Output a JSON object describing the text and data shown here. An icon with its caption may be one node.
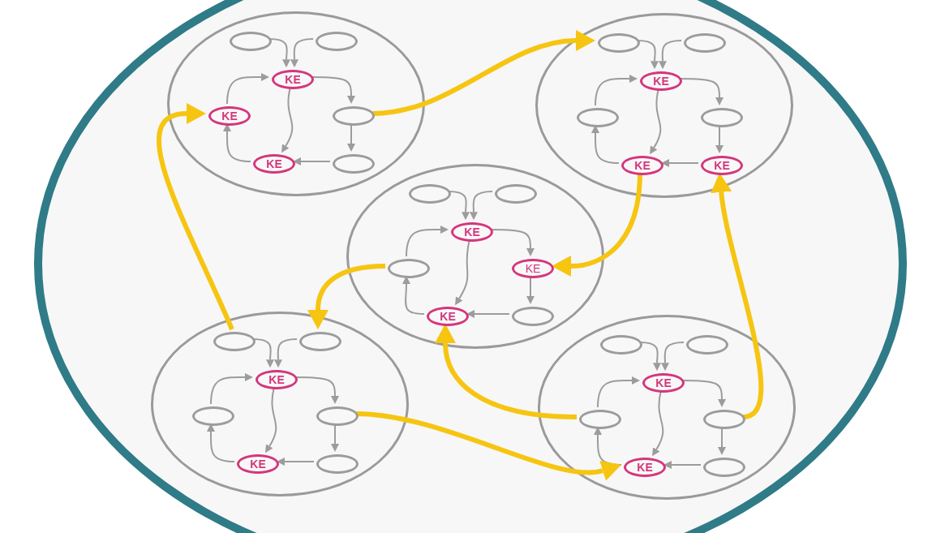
{
  "diagram": {
    "nodes": [
      {
        "text": [],
        "shape": "ellipse"
      },
      {
        "text": [],
        "shape": "ellipse",
        "in": 0
      },
      {
        "text": [],
        "shape": "ellipse",
        "in": 1
      },
      {
        "text": [],
        "shape": "ellipse",
        "in": 1
      },
      {
        "text": [
          "KE"
        ],
        "in": 1
      },
      {
        "text": [
          "KE"
        ],
        "in": 1
      },
      {
        "text": [],
        "shape": "ellipse",
        "in": 1
      },
      {
        "text": [
          "KE"
        ],
        "in": 1
      },
      {
        "text": [],
        "shape": "ellipse",
        "in": 1
      },
      {
        "text": [],
        "shape": "ellipse",
        "in": 0
      },
      {
        "text": [],
        "shape": "ellipse",
        "in": 9
      },
      {
        "text": [],
        "shape": "ellipse",
        "in": 9
      },
      {
        "text": [
          "KE"
        ],
        "in": 9
      },
      {
        "text": [],
        "shape": "ellipse",
        "in": 9
      },
      {
        "text": [],
        "shape": "ellipse",
        "in": 9
      },
      {
        "text": [
          "KE"
        ],
        "in": 9
      },
      {
        "text": [
          "KE"
        ],
        "in": 9
      },
      {
        "text": [],
        "shape": "ellipse",
        "in": 0
      },
      {
        "text": [],
        "shape": "ellipse",
        "in": 17
      },
      {
        "text": [],
        "shape": "ellipse",
        "in": 17
      },
      {
        "text": [
          "KE"
        ],
        "in": 17
      },
      {
        "text": [],
        "shape": "ellipse",
        "in": 17
      },
      {
        "text": [
          "KE"
        ],
        "in": 17
      },
      {
        "text": [
          "KE"
        ],
        "in": 17
      },
      {
        "text": [],
        "shape": "ellipse",
        "in": 17
      },
      {
        "text": [],
        "shape": "ellipse",
        "in": 0
      },
      {
        "text": [],
        "shape": "ellipse",
        "in": 25
      },
      {
        "text": [],
        "shape": "ellipse",
        "in": 25
      },
      {
        "text": [
          "KE"
        ],
        "in": 25
      },
      {
        "text": [],
        "shape": "ellipse",
        "in": 25
      },
      {
        "text": [],
        "shape": "ellipse",
        "in": 25
      },
      {
        "text": [
          "KE"
        ],
        "in": 25
      },
      {
        "text": [],
        "shape": "ellipse",
        "in": 25
      },
      {
        "text": [],
        "shape": "ellipse",
        "in": 0
      },
      {
        "text": [],
        "shape": "ellipse",
        "in": 33
      },
      {
        "text": [],
        "shape": "ellipse",
        "in": 33
      },
      {
        "text": [
          "KE"
        ],
        "in": 33
      },
      {
        "text": [],
        "shape": "ellipse",
        "in": 33
      },
      {
        "text": [],
        "shape": "ellipse",
        "in": 33
      },
      {
        "text": [
          "KE"
        ],
        "in": 33
      },
      {
        "text": [],
        "shape": "ellipse",
        "in": 33
      }
    ],
    "edges": [
      {
        "from": 2,
        "to": 4,
        "arrow": "to"
      },
      {
        "from": 3,
        "to": 4,
        "arrow": "to"
      },
      {
        "from": 4,
        "to": 6,
        "arrow": "to"
      },
      {
        "from": 5,
        "to": 4,
        "arrow": "to"
      },
      {
        "from": 4,
        "to": 7,
        "arrow": "to"
      },
      {
        "from": 6,
        "to": 8,
        "arrow": "to"
      },
      {
        "from": 8,
        "to": 7,
        "arrow": "to"
      },
      {
        "from": 7,
        "to": 5,
        "arrow": "to"
      },
      {
        "from": 10,
        "to": 12,
        "arrow": "to"
      },
      {
        "from": 11,
        "to": 12,
        "arrow": "to"
      },
      {
        "from": 12,
        "to": 14,
        "arrow": "to"
      },
      {
        "from": 13,
        "to": 12,
        "arrow": "to"
      },
      {
        "from": 12,
        "to": 15,
        "arrow": "to"
      },
      {
        "from": 14,
        "to": 16,
        "arrow": "to"
      },
      {
        "from": 16,
        "to": 15,
        "arrow": "to"
      },
      {
        "from": 15,
        "to": 13,
        "arrow": "to"
      },
      {
        "from": 18,
        "to": 20,
        "arrow": "to"
      },
      {
        "from": 19,
        "to": 20,
        "arrow": "to"
      },
      {
        "from": 20,
        "to": 22,
        "arrow": "to"
      },
      {
        "from": 21,
        "to": 20,
        "arrow": "to"
      },
      {
        "from": 20,
        "to": 23,
        "arrow": "to"
      },
      {
        "from": 22,
        "to": 24,
        "arrow": "to"
      },
      {
        "from": 24,
        "to": 23,
        "arrow": "to"
      },
      {
        "from": 23,
        "to": 21,
        "arrow": "to"
      },
      {
        "from": 26,
        "to": 28,
        "arrow": "to"
      },
      {
        "from": 27,
        "to": 28,
        "arrow": "to"
      },
      {
        "from": 28,
        "to": 30,
        "arrow": "to"
      },
      {
        "from": 29,
        "to": 28,
        "arrow": "to"
      },
      {
        "from": 28,
        "to": 31,
        "arrow": "to"
      },
      {
        "from": 30,
        "to": 32,
        "arrow": "to"
      },
      {
        "from": 32,
        "to": 31,
        "arrow": "to"
      },
      {
        "from": 31,
        "to": 29,
        "arrow": "to"
      },
      {
        "from": 34,
        "to": 36,
        "arrow": "to"
      },
      {
        "from": 35,
        "to": 36,
        "arrow": "to"
      },
      {
        "from": 36,
        "to": 38,
        "arrow": "to"
      },
      {
        "from": 37,
        "to": 36,
        "arrow": "to"
      },
      {
        "from": 36,
        "to": 39,
        "arrow": "to"
      },
      {
        "from": 38,
        "to": 40,
        "arrow": "to"
      },
      {
        "from": 40,
        "to": 39,
        "arrow": "to"
      },
      {
        "from": 39,
        "to": 37,
        "arrow": "to"
      },
      {
        "from": 6,
        "to": 10,
        "arrow": "to",
        "style": "thick",
        "color": "#f6c511"
      },
      {
        "from": 15,
        "to": 22,
        "arrow": "to",
        "style": "thick",
        "color": "#f6c511"
      },
      {
        "from": 21,
        "to": 27,
        "arrow": "to",
        "style": "thick",
        "color": "#f6c511"
      },
      {
        "from": 26,
        "to": 5,
        "arrow": "to",
        "style": "thick",
        "color": "#f6c511"
      },
      {
        "from": 30,
        "to": 39,
        "arrow": "to",
        "style": "thick",
        "color": "#f6c511"
      },
      {
        "from": 37,
        "to": 23,
        "arrow": "to",
        "style": "thick",
        "color": "#f6c511"
      },
      {
        "from": 38,
        "to": 16,
        "arrow": "to",
        "style": "thick",
        "color": "#f6c511"
      }
    ]
  }
}
